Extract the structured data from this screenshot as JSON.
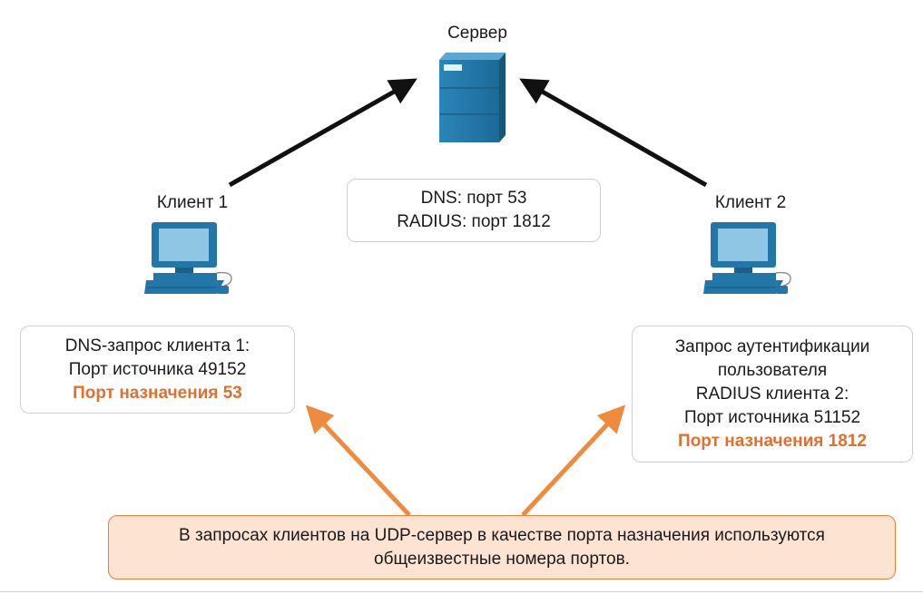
{
  "server": {
    "label": "Сервер",
    "ports": [
      "DNS: порт 53",
      "RADIUS: порт 1812"
    ]
  },
  "client1": {
    "label": "Клиент 1",
    "lines": [
      "DNS-запрос клиента 1:",
      "Порт источника 49152"
    ],
    "dest": "Порт назначения 53"
  },
  "client2": {
    "label": "Клиент 2",
    "lines": [
      "Запрос аутентификации",
      "пользователя",
      "RADIUS клиента 2:",
      "Порт источника 51152"
    ],
    "dest": "Порт назначения 1812"
  },
  "note": {
    "lines": [
      "В запросах клиентов на UDP-сервер в качестве порта назначения используются",
      "общеизвестные номера портов."
    ]
  },
  "colors": {
    "arrow_black": "#111111",
    "arrow_orange": "#f08a3c",
    "accent_text": "#e07030",
    "device_blue": "#2277a8"
  },
  "icons": [
    "server-icon",
    "computer-icon"
  ]
}
